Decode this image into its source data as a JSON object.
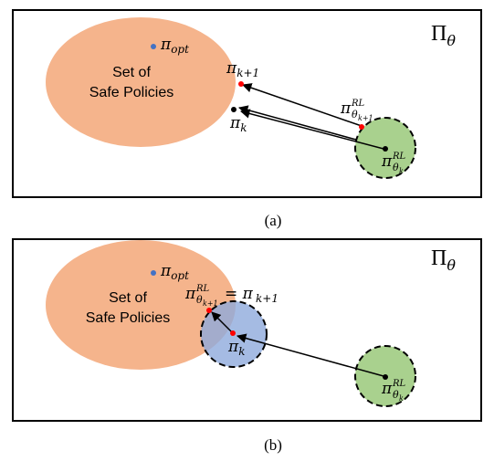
{
  "panel_a": {
    "space_label": "Π",
    "space_sub": "θ",
    "set_label_line1": "Set of",
    "set_label_line2": "Safe Policies",
    "pi_opt": {
      "base": "π",
      "sub": "opt"
    },
    "pi_k1": {
      "base": "π",
      "sub": "k+1"
    },
    "pi_k": {
      "base": "π",
      "sub": "k"
    },
    "pi_rl_k1": {
      "base": "π",
      "sup": "RL",
      "sub": "θ",
      "subsub": "k+1"
    },
    "pi_rl_k": {
      "base": "π",
      "sup": "RL",
      "sub": "θ",
      "subsub": "k"
    },
    "caption": "(a)"
  },
  "panel_b": {
    "space_label": "Π",
    "space_sub": "θ",
    "set_label_line1": "Set of",
    "set_label_line2": "Safe Policies",
    "pi_opt": {
      "base": "π",
      "sub": "opt"
    },
    "pi_rl_k1_eq": {
      "base": "π",
      "sup": "RL",
      "sub": "θ",
      "subsub": "k+1",
      "eq": "= π",
      "eq_sub": "k+1"
    },
    "pi_k": {
      "base": "π",
      "sub": "k"
    },
    "pi_rl_k": {
      "base": "π",
      "sup": "RL",
      "sub": "θ",
      "subsub": "k"
    },
    "caption": "(b)"
  },
  "colors": {
    "safe_set": "#f5b48c",
    "trust_region_green": "#a9d18e",
    "trust_region_blue": "#8faadc",
    "opt_dot": "#4472c4",
    "red_dot": "#ff0000",
    "black": "#000000"
  }
}
